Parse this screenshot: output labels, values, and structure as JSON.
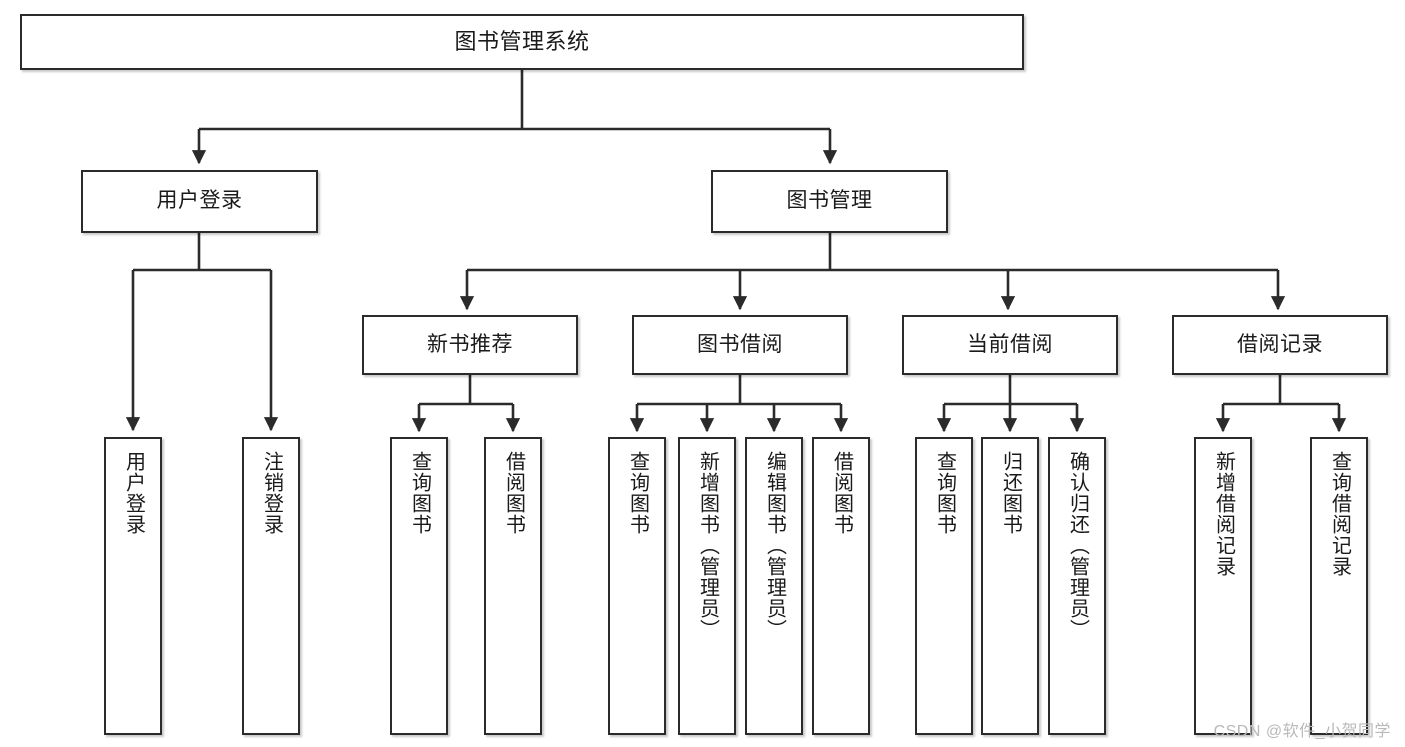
{
  "diagram": {
    "type": "tree",
    "title": "图书管理系统",
    "watermark": "CSDN @软件_小贺同学",
    "colors": {
      "box_border": "#2b2b2b",
      "box_fill": "#ffffff",
      "edge": "#2b2b2b",
      "text": "#1a1a1a",
      "watermark": "#b9b9b9"
    },
    "nodes": {
      "root": {
        "label": "图书管理系统"
      },
      "level2": [
        {
          "id": "user_login",
          "label": "用户登录"
        },
        {
          "id": "book_manage",
          "label": "图书管理"
        }
      ],
      "level3": [
        {
          "id": "new_book_rec",
          "label": "新书推荐"
        },
        {
          "id": "book_borrow",
          "label": "图书借阅"
        },
        {
          "id": "current_borrow",
          "label": "当前借阅"
        },
        {
          "id": "borrow_record",
          "label": "借阅记录"
        }
      ],
      "leaves": {
        "user_login": [
          {
            "id": "leaf_user_login",
            "label": "用户登录"
          },
          {
            "id": "leaf_logout",
            "label": "注销登录"
          }
        ],
        "new_book_rec": [
          {
            "id": "leaf_query_book_1",
            "label": "查询图书"
          },
          {
            "id": "leaf_borrow_book_1",
            "label": "借阅图书"
          }
        ],
        "book_borrow": [
          {
            "id": "leaf_query_book_2",
            "label": "查询图书"
          },
          {
            "id": "leaf_add_book",
            "label": "新增图书（管理员）"
          },
          {
            "id": "leaf_edit_book",
            "label": "编辑图书（管理员）"
          },
          {
            "id": "leaf_borrow_book_2",
            "label": "借阅图书"
          }
        ],
        "current_borrow": [
          {
            "id": "leaf_query_book_3",
            "label": "查询图书"
          },
          {
            "id": "leaf_return_book",
            "label": "归还图书"
          },
          {
            "id": "leaf_confirm_return",
            "label": "确认归还（管理员）"
          }
        ],
        "borrow_record": [
          {
            "id": "leaf_add_record",
            "label": "新增借阅记录"
          },
          {
            "id": "leaf_query_record",
            "label": "查询借阅记录"
          }
        ]
      }
    }
  }
}
